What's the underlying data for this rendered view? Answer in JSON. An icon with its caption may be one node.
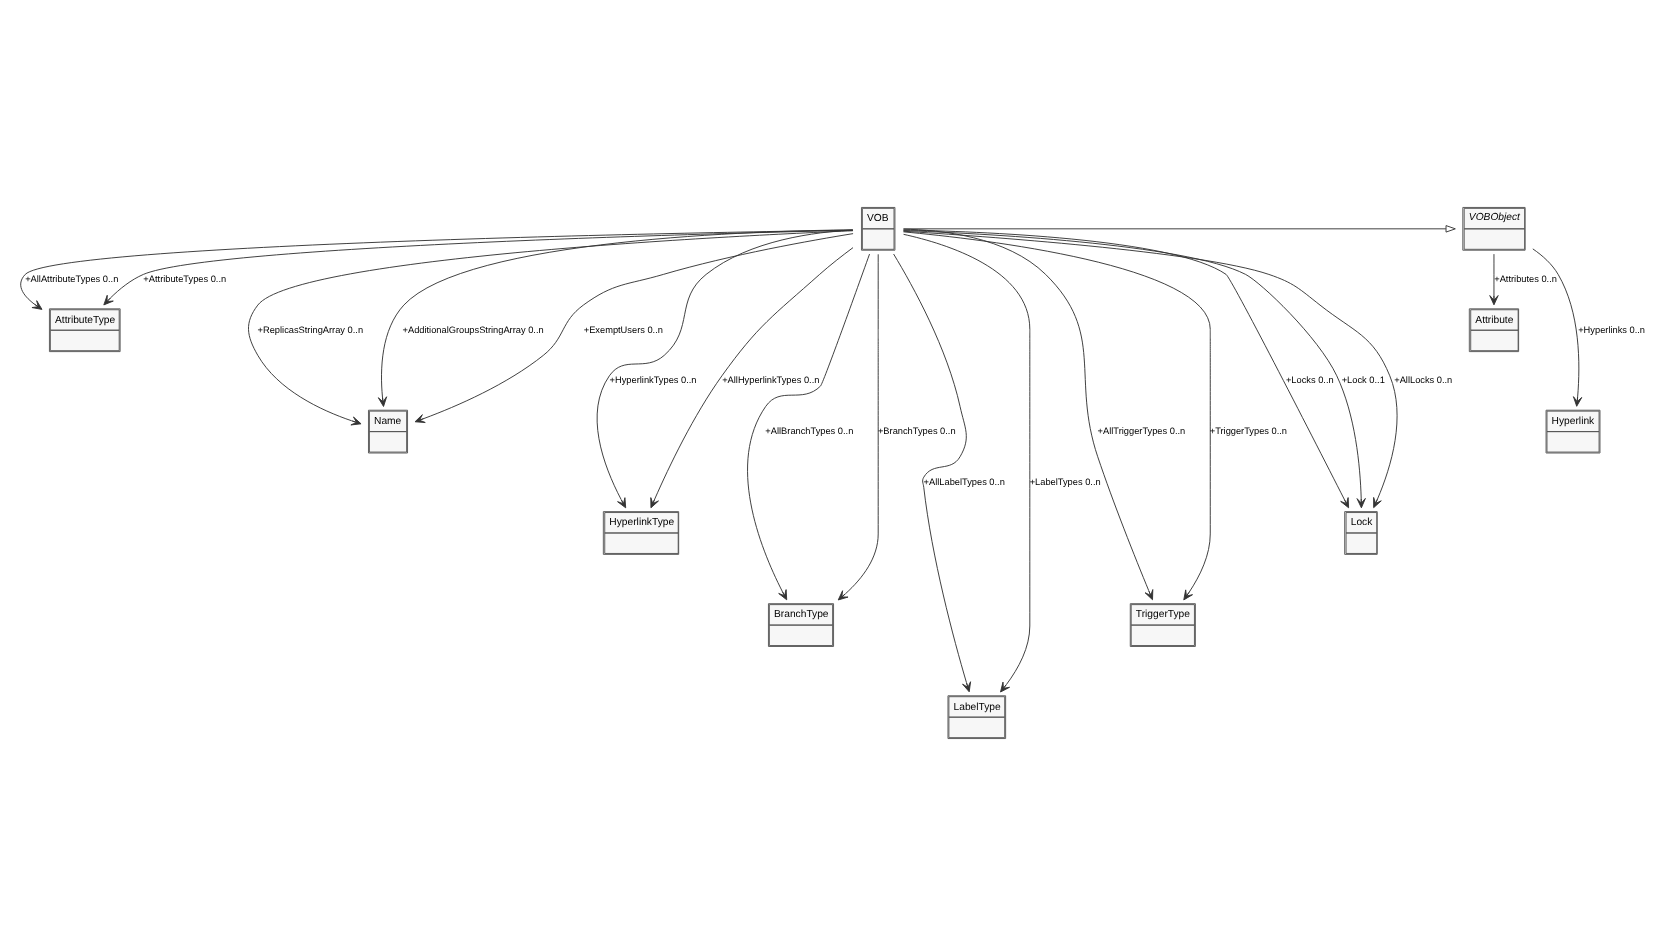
{
  "diagram": {
    "nodes": [
      {
        "text": [
          "VOBObject"
        ]
      },
      {
        "text": [
          "Attribute"
        ]
      },
      {
        "text": [
          "Hyperlink"
        ]
      },
      {
        "text": [
          "VOB"
        ]
      },
      {
        "text": [
          "AttributeType"
        ]
      },
      {
        "text": [
          "Name"
        ]
      },
      {
        "text": [
          "HyperlinkType"
        ]
      },
      {
        "text": [
          "BranchType"
        ]
      },
      {
        "text": [
          "LabelType"
        ]
      },
      {
        "text": [
          "TriggerType"
        ]
      },
      {
        "text": [
          "Lock"
        ]
      }
    ],
    "edges": [
      {
        "from": 3,
        "to": 0,
        "arrow": "to"
      },
      {
        "from": 0,
        "to": 1,
        "arrow": "to",
        "label": "+Attributes 0..n"
      },
      {
        "from": 0,
        "to": 2,
        "arrow": "to",
        "label": "+Hyperlinks 0..n"
      },
      {
        "from": 3,
        "to": 4,
        "arrow": "to",
        "label": "+AllAttributeTypes 0..n"
      },
      {
        "from": 3,
        "to": 4,
        "arrow": "to",
        "label": "+AttributeTypes 0..n"
      },
      {
        "from": 3,
        "to": 5,
        "arrow": "to",
        "label": "+ReplicasStringArray 0..n"
      },
      {
        "from": 3,
        "to": 5,
        "arrow": "to",
        "label": "+AdditionalGroupsStringArray 0..n"
      },
      {
        "from": 3,
        "to": 5,
        "arrow": "to",
        "label": "+ExemptUsers 0..n"
      },
      {
        "from": 3,
        "to": 6,
        "arrow": "to",
        "label": "+HyperlinkTypes 0..n"
      },
      {
        "from": 3,
        "to": 6,
        "arrow": "to",
        "label": "+AllHyperlinkTypes 0..n"
      },
      {
        "from": 3,
        "to": 7,
        "arrow": "to",
        "label": "+AllBranchTypes 0..n"
      },
      {
        "from": 3,
        "to": 7,
        "arrow": "to",
        "label": "+BranchTypes 0..n"
      },
      {
        "from": 3,
        "to": 8,
        "arrow": "to",
        "label": "+AllLabelTypes 0..n"
      },
      {
        "from": 3,
        "to": 8,
        "arrow": "to",
        "label": "+LabelTypes 0..n"
      },
      {
        "from": 3,
        "to": 9,
        "arrow": "to",
        "label": "+AllTriggerTypes 0..n"
      },
      {
        "from": 3,
        "to": 9,
        "arrow": "to",
        "label": "+TriggerTypes 0..n"
      },
      {
        "from": 3,
        "to": 10,
        "arrow": "to",
        "label": "+Locks 0..n"
      },
      {
        "from": 3,
        "to": 10,
        "arrow": "to",
        "label": "+Lock 0..1"
      },
      {
        "from": 3,
        "to": 10,
        "arrow": "to",
        "label": "+AllLocks 0..n"
      }
    ]
  }
}
